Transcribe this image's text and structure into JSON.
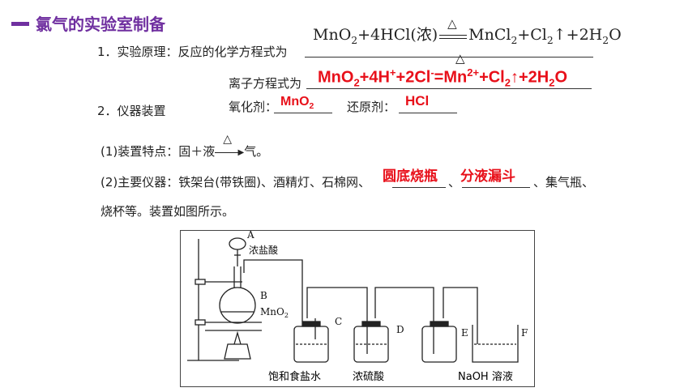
{
  "heading": {
    "title": "氯气的实验室制备"
  },
  "principle": {
    "label": "1．实验原理：反应的化学方程式为",
    "equation_parts": {
      "r1": "MnO",
      "r1sub": "2",
      "r2": "+4HCl(浓)",
      "delta": "△",
      "p1": "MnCl",
      "p1sub": "2",
      "p2": "+Cl",
      "p2sub": "2",
      "p3": "↑+2H",
      "p3sub": "2",
      "p4": "O"
    },
    "ionic_label": "离子方程式为",
    "ionic_parts": {
      "a": "MnO",
      "asub": "2",
      "b": "+4H",
      "bsup": "+",
      "c": "+2Cl",
      "csup": "-",
      "d": "=Mn",
      "dsup": "2+",
      "e": "+Cl",
      "esub": "2",
      "f": "↑+2H",
      "fsub": "2",
      "g": "O"
    },
    "ionic_delta": "△"
  },
  "apparatus": {
    "label": "2．仪器装置",
    "oxidant_label": "氧化剂：",
    "oxidant_value": "MnO",
    "oxidant_sub": "2",
    "reductant_label": "还原剂：",
    "reductant_value": "HCl",
    "feature_label": "(1)装置特点：固＋液",
    "feature_delta": "△",
    "feature_end": "气。",
    "instruments_text": "(2)主要仪器：铁架台(带铁圈)、酒精灯、石棉网、",
    "answer1": "圆底烧瓶",
    "answer2": "分液漏斗",
    "sep": "、",
    "instruments_end": "、集气瓶、",
    "instruments_line2": "烧杯等。装置如图所示。"
  },
  "figure": {
    "labels": {
      "A": "A",
      "B": "B",
      "C": "C",
      "D": "D",
      "E": "E",
      "F": "F"
    },
    "funnel_label": "浓盐酸",
    "flask_label": "MnO",
    "flask_label_sub": "2",
    "captions": [
      "饱和食盐水",
      "浓硫酸",
      "NaOH 溶液"
    ]
  }
}
